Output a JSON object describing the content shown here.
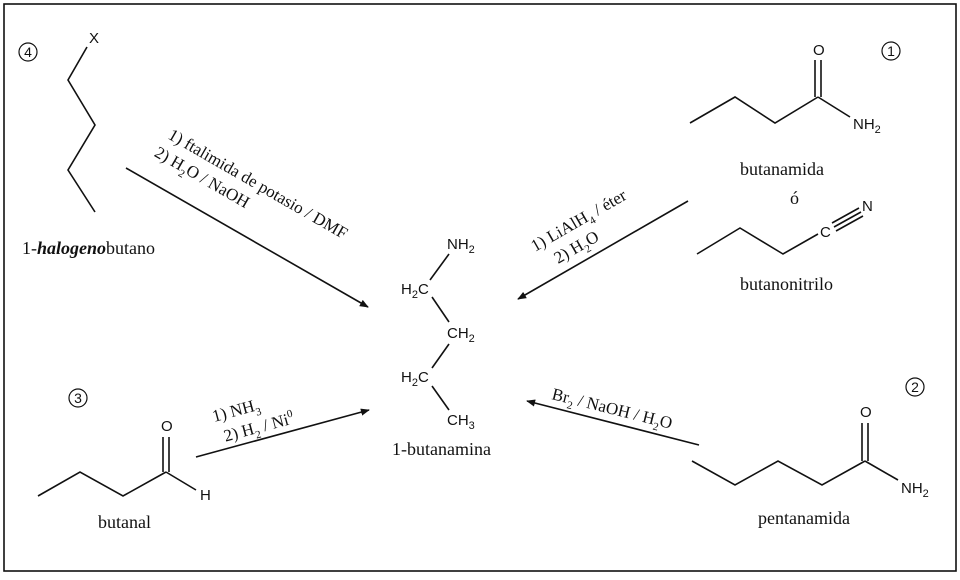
{
  "product": {
    "name": "1-butanamina",
    "atoms": {
      "amine": [
        "NH",
        "2"
      ],
      "c1": [
        "H",
        "2",
        "C"
      ],
      "c2": [
        "CH",
        "2"
      ],
      "c3": [
        "H",
        "2",
        "C"
      ],
      "c4": [
        "CH",
        "3"
      ]
    }
  },
  "route1": {
    "number": "1",
    "amide_name": "butanamida",
    "or": "ó",
    "nitrile_name": "butanonitrilo",
    "atoms": {
      "o": "O",
      "nh2": [
        "NH",
        "2"
      ],
      "c": "C",
      "n": "N"
    },
    "reagents": {
      "line1": [
        "1) LiAlH",
        "4",
        " / éter"
      ],
      "line2": [
        "2) H",
        "2",
        "O"
      ]
    }
  },
  "route2": {
    "number": "2",
    "name": "pentanamida",
    "atoms": {
      "o": "O",
      "nh2": [
        "NH",
        "2"
      ]
    },
    "reagents": [
      "Br",
      "2",
      " / NaOH / H",
      "2",
      "O"
    ]
  },
  "route3": {
    "number": "3",
    "name": "butanal",
    "atoms": {
      "o": "O",
      "h": "H"
    },
    "reagents": {
      "line1": [
        "1) NH",
        "3"
      ],
      "line2": [
        "2) H",
        "2",
        " / Ni",
        "0"
      ]
    }
  },
  "route4": {
    "number": "4",
    "name": [
      "1-",
      "halogeno",
      "butano"
    ],
    "atoms": {
      "x": "X"
    },
    "reagents": {
      "line1": "1) ftalimida de potasio / DMF",
      "line2": [
        "2) H",
        "2",
        "O / NaOH"
      ]
    }
  }
}
